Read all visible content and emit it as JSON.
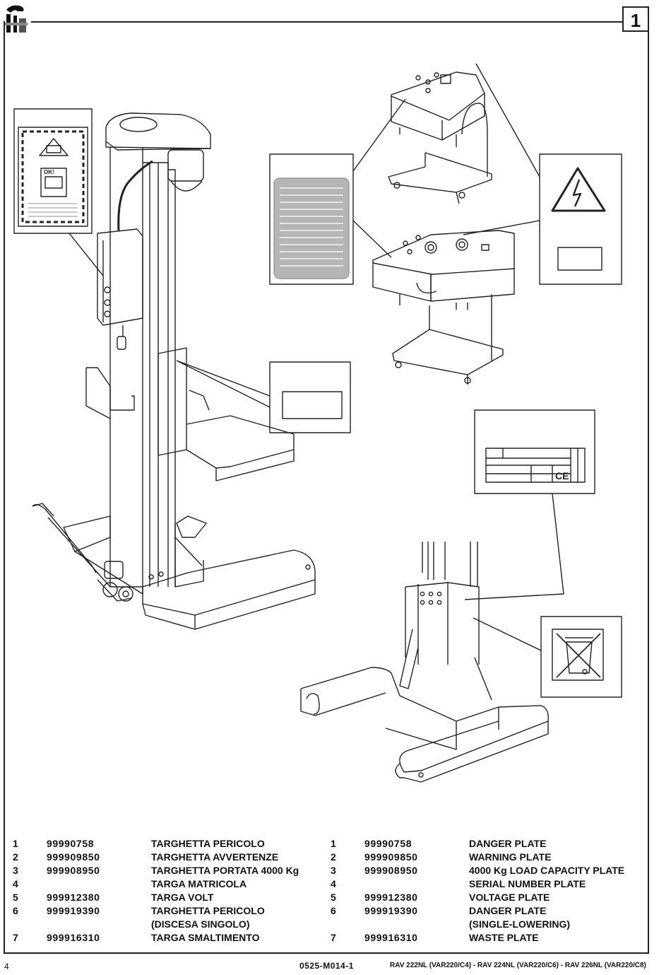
{
  "header": {
    "figure_number": "1"
  },
  "parts_italian": [
    {
      "num": "1",
      "code": "99990758",
      "desc": "TARGHETTA PERICOLO",
      "desc2": ""
    },
    {
      "num": "2",
      "code": "999909850",
      "desc": "TARGHETTA AVVERTENZE",
      "desc2": ""
    },
    {
      "num": "3",
      "code": "999908950",
      "desc": "TARGHETTA PORTATA 4000 Kg",
      "desc2": ""
    },
    {
      "num": "4",
      "code": "",
      "desc": "TARGA MATRICOLA",
      "desc2": ""
    },
    {
      "num": "5",
      "code": "999912380",
      "desc": "TARGA VOLT",
      "desc2": ""
    },
    {
      "num": "6",
      "code": "999919390",
      "desc": "TARGHETTA PERICOLO",
      "desc2": "(DISCESA SINGOLO)"
    },
    {
      "num": "7",
      "code": "999916310",
      "desc": "TARGA SMALTIMENTO",
      "desc2": ""
    }
  ],
  "parts_english": [
    {
      "num": "1",
      "code": "99990758",
      "desc": "DANGER PLATE",
      "desc2": ""
    },
    {
      "num": "2",
      "code": "999909850",
      "desc": "WARNING PLATE",
      "desc2": ""
    },
    {
      "num": "3",
      "code": "999908950",
      "desc": "4000 Kg LOAD CAPACITY PLATE",
      "desc2": ""
    },
    {
      "num": "4",
      "code": "",
      "desc": "SERIAL NUMBER PLATE",
      "desc2": ""
    },
    {
      "num": "5",
      "code": "999912380",
      "desc": "VOLTAGE PLATE",
      "desc2": ""
    },
    {
      "num": "6",
      "code": "999919390",
      "desc": "DANGER PLATE",
      "desc2": "(SINGLE-LOWERING)"
    },
    {
      "num": "7",
      "code": "999916310",
      "desc": "WASTE PLATE",
      "desc2": ""
    }
  ],
  "footer": {
    "page_number": "4",
    "doc_code": "0525-M014-1",
    "models": "RAV 222NL (VAR220/C4)  - RAV 224NL (VAR220/C6)  - RAV 226NL (VAR220/C8)"
  },
  "labels": {
    "ce_mark": "CE",
    "ok_label": "OK!"
  }
}
